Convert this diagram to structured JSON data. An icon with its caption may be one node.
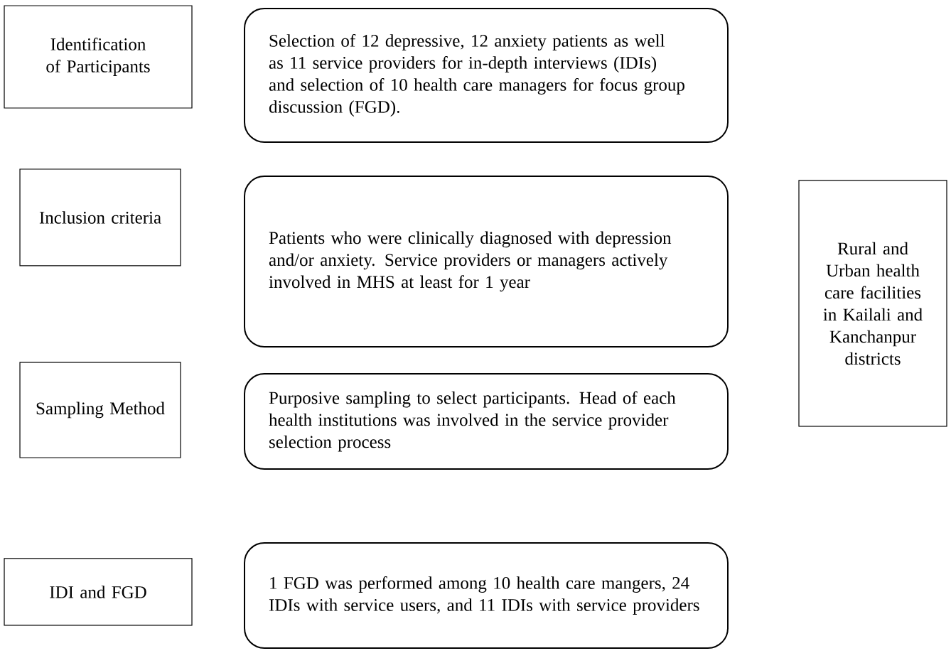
{
  "diagram": {
    "nodes": [
      {
        "text": [
          "Identification of Participants"
        ]
      },
      {
        "text": [
          "Selection of 12 depressive, 12 anxiety patients as well as 11 service providers for in-depth interviews (IDIs) and selection of 10 health care managers for focus group discussion (FGD)."
        ]
      },
      {
        "text": [
          "Inclusion criteria"
        ]
      },
      {
        "text": [
          "Patients who were clinically diagnosed with depression and/or anxiety. Service providers or managers actively involved in MHS at least for 1 year"
        ]
      },
      {
        "text": [
          "Sampling Method"
        ]
      },
      {
        "text": [
          "Purposive sampling to select participants. Head of each health institutions was involved in the service provider selection process"
        ]
      },
      {
        "text": [
          "IDI and FGD"
        ]
      },
      {
        "text": [
          "1 FGD was performed among 10 health care mangers, 24 IDIs with service users, and 11 IDIs with service providers"
        ]
      },
      {
        "text": [
          "Rural and Urban health care facilities in Kailali and Kanchanpur districts"
        ]
      }
    ]
  }
}
